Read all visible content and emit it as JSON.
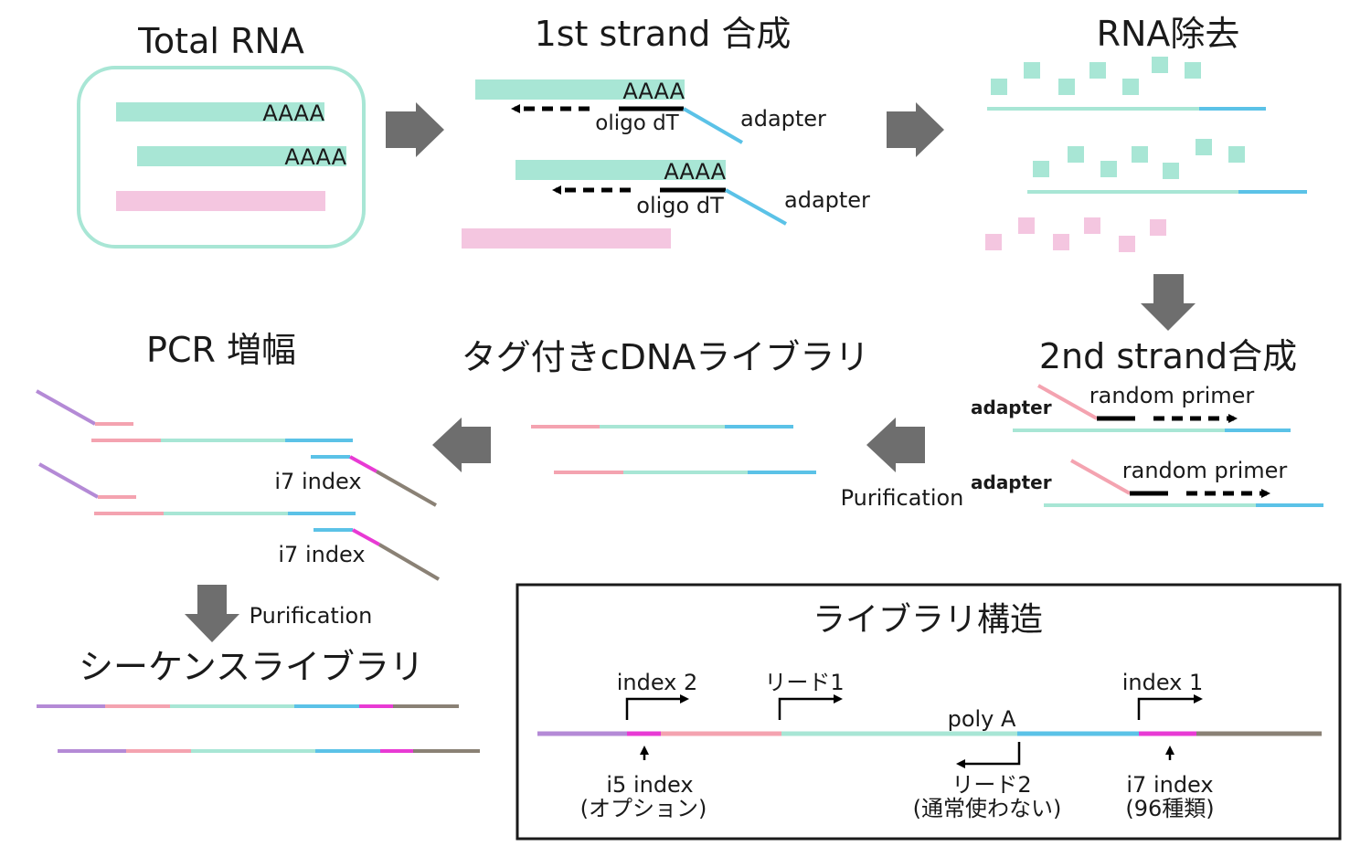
{
  "titles": {
    "total_rna": "Total RNA",
    "first_strand": "1st strand 合成",
    "rna_removal": "RNA除去",
    "second_strand": "2nd strand合成",
    "tagged_library": "タグ付きcDNAライブラリ",
    "pcr": "PCR 増幅",
    "sequence_library": "シーケンスライブラリ",
    "library_structure": "ライブラリ構造"
  },
  "labels": {
    "poly_a_tail": "AAAA",
    "oligo_dt": "oligo dT",
    "adapter": "adapter",
    "random_primer": "random primer",
    "purification": "Purification",
    "i7_index": "i7 index",
    "index2": "index 2",
    "read1": "リード1",
    "index1": "index 1",
    "poly_a": "poly A",
    "i5_index": "i5 index",
    "optional": "(オプション)",
    "read2": "リード2",
    "read2_note": "(通常使わない)",
    "i7_index_lib": "i7 index",
    "i7_variants": "(96種類)"
  },
  "colors": {
    "mrna": "#a8e6d5",
    "other_rna": "#f4c6e0",
    "adapter_blue": "#5bc2e7",
    "pink_adapter": "#f4a3b0",
    "i5_purple": "#b48ad6",
    "index_magenta": "#e83ad4",
    "grey_tail": "#8a8175",
    "arrow_grey": "#6e6e6e",
    "box_stroke": "#a8e6d5",
    "line_black": "#000000"
  }
}
